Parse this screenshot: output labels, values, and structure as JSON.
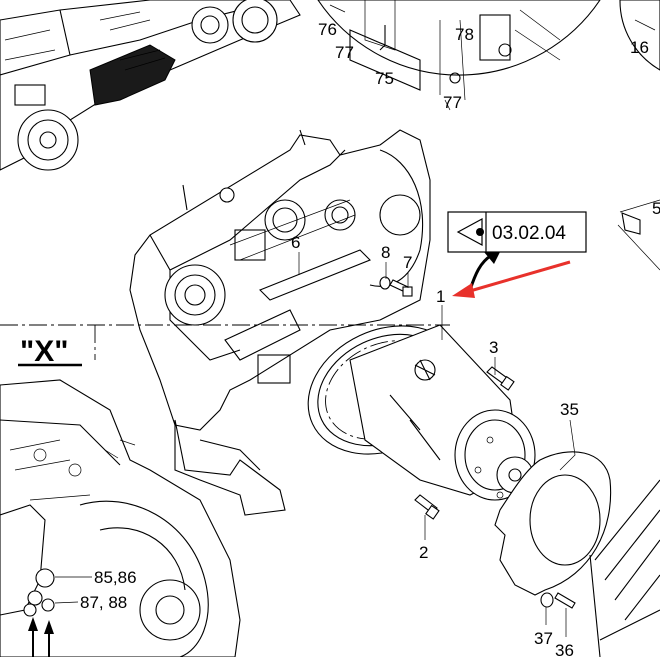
{
  "view_label": "\"X\"",
  "reference_box": {
    "text": "03.02.04"
  },
  "callouts": {
    "c1": "1",
    "c2": "2",
    "c3": "3",
    "c6": "6",
    "c7": "7",
    "c8": "8",
    "c35": "35",
    "c36": "36",
    "c37": "37",
    "c75": "75",
    "c76": "76",
    "c77a": "77",
    "c77b": "77",
    "c78": "78",
    "c16": "16",
    "c5": "5",
    "c8586": "85,86",
    "c8788": "87, 88"
  },
  "colors": {
    "line": "#000000",
    "arrow": "#e8312b",
    "background": "#ffffff"
  }
}
